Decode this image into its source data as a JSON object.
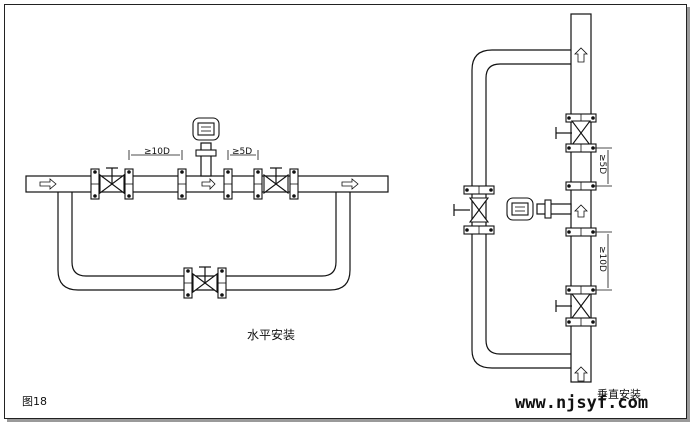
{
  "figure_label": "图18",
  "horizontal": {
    "caption": "水平安装",
    "dim_upstream": "≥10D",
    "dim_downstream": "≥5D"
  },
  "vertical": {
    "caption": "垂直安装",
    "dim_downstream": "≥5D",
    "dim_upstream": "≥10D"
  },
  "watermark": "www.njsyf.com",
  "colors": {
    "line": "#111111",
    "shadow": "#9a9a9a",
    "background": "#ffffff"
  }
}
